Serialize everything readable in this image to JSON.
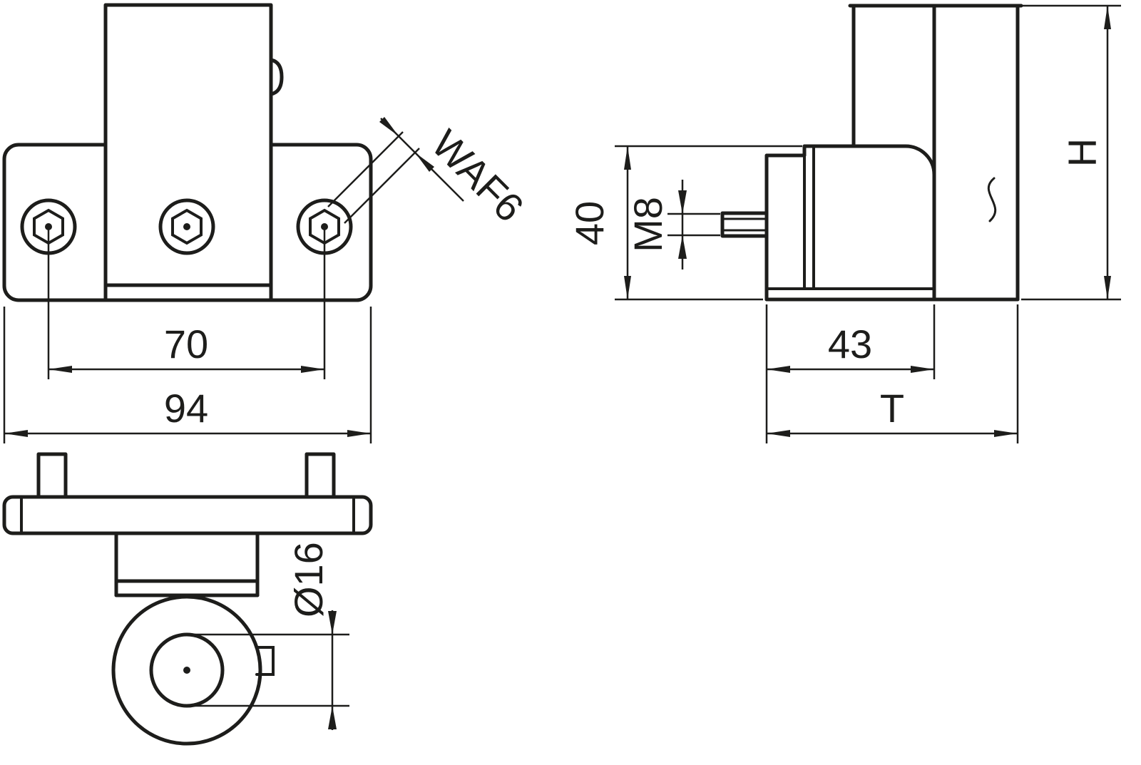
{
  "colors": {
    "line": "#1d1d1b",
    "background": "#ffffff"
  },
  "front_view": {
    "bolt_spacing": "70",
    "plate_width": "94",
    "hex_socket": "WAF6"
  },
  "bottom_view": {
    "roller_diameter": "Ø16"
  },
  "side_view": {
    "block_height": "40",
    "thread": "M8",
    "block_depth": "43",
    "total_depth": "T",
    "total_height": "H"
  }
}
